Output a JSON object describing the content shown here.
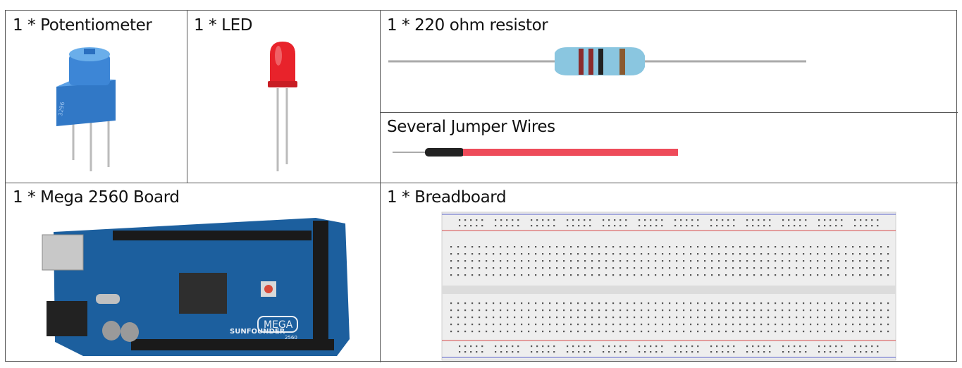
{
  "components": {
    "potentiometer": {
      "label": "1 * Potentiometer"
    },
    "led": {
      "label": "1 * LED"
    },
    "resistor": {
      "label": "1 * 220 ohm resistor"
    },
    "jumper_wires": {
      "label": "Several Jumper Wires"
    },
    "mega_board": {
      "label": "1 * Mega 2560 Board",
      "brand_text": "SUNFOUNDER",
      "model_text": "MEGA",
      "model_number": "2560"
    },
    "breadboard": {
      "label": "1 * Breadboard"
    }
  },
  "colors": {
    "potentiometer_blue": "#3d86d6",
    "led_red": "#e8232b",
    "resistor_body": "#8ac6e0",
    "jumper_red": "#ee4b5a",
    "board_blue": "#1c5f9e",
    "breadboard_white": "#eeeeee"
  }
}
